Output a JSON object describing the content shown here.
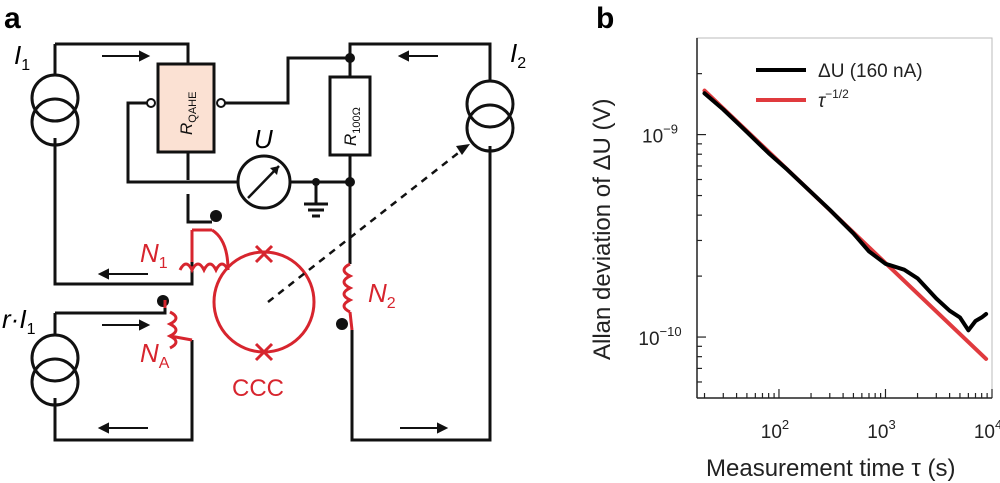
{
  "panel_a": {
    "label": "a",
    "source1_label": "I",
    "source1_sub": "1",
    "source2_label": "I",
    "source2_sub": "2",
    "source3_prefix": "r·",
    "source3_label": "I",
    "source3_sub": "1",
    "r_qahe_main": "R",
    "r_qahe_sub": "QAHE",
    "r_100_main": "R",
    "r_100_sub": "100Ω",
    "voltmeter_label": "U",
    "n1_main": "N",
    "n1_sub": "1",
    "n2_main": "N",
    "n2_sub": "2",
    "na_main": "N",
    "na_sub": "A",
    "ccc_label": "CCC",
    "colors": {
      "circuit": "#111111",
      "ccc": "#d7252e",
      "resistor_fill": "#fbe1d3"
    }
  },
  "panel_b": {
    "label": "b"
  },
  "chart_data": {
    "type": "line",
    "xlabel": "Measurement time τ (s)",
    "ylabel": "Allan deviation of ΔU (V)",
    "xscale": "log",
    "yscale": "log",
    "xlim": [
      17,
      10000
    ],
    "ylim": [
      5e-11,
      3e-09
    ],
    "xticks": [
      100,
      1000,
      10000
    ],
    "xtick_labels": [
      "10^2",
      "10^3",
      "10^4"
    ],
    "yticks": [
      1e-10,
      1e-09
    ],
    "ytick_labels": [
      "10^-10",
      "10^-9"
    ],
    "legend_position": "top-right",
    "series": [
      {
        "name": "ΔU (160 nA)",
        "color": "#000000",
        "x": [
          20,
          30,
          50,
          80,
          120,
          200,
          300,
          400,
          500,
          700,
          1000,
          1500,
          2000,
          3000,
          4000,
          5000,
          6000,
          7000,
          8000,
          8800
        ],
        "y": [
          1.6e-09,
          1.33e-09,
          1.03e-09,
          8.1e-10,
          6.7e-10,
          5.2e-10,
          4.25e-10,
          3.65e-10,
          3.25e-10,
          2.65e-10,
          2.3e-10,
          2.15e-10,
          1.95e-10,
          1.55e-10,
          1.35e-10,
          1.25e-10,
          1.08e-10,
          1.2e-10,
          1.25e-10,
          1.3e-10
        ]
      },
      {
        "name": "τ^-1/2",
        "legend_main": "τ",
        "legend_sup": "−1/2",
        "color": "#e03a3e",
        "x": [
          20,
          8800
        ],
        "y": [
          1.65e-09,
          7.8e-11
        ]
      }
    ]
  }
}
